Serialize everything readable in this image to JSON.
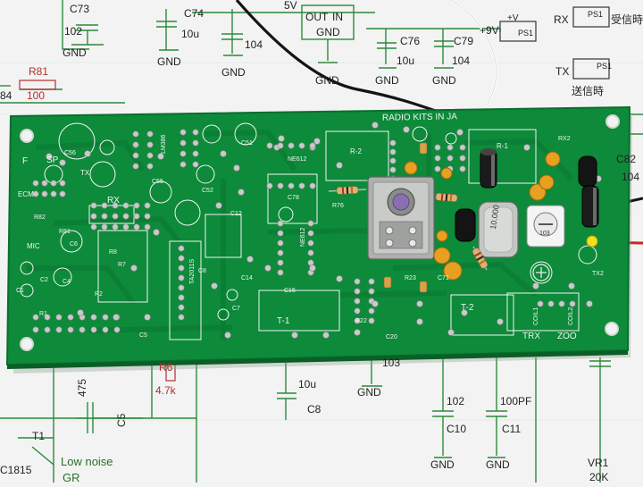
{
  "photo": {
    "schematic_labels": {
      "c73": "C73",
      "c73_val": "102",
      "gnd_tl": "GND",
      "c74": "C74",
      "c74_val": "10u",
      "gnd_c74": "GND",
      "v5": "5V",
      "out": "OUT",
      "in": "IN",
      "gnd_reg": "GND",
      "c_104_left": "104",
      "gnd_reg2": "GND",
      "c76": "C76",
      "c76_val": "10u",
      "c79": "C79",
      "c79_val": "104",
      "gnd_c76": "GND",
      "gnd_c79": "GND",
      "v9": "+9V",
      "ps1_a": "PS1",
      "plus_v": "+V",
      "ps1_b": "PS1",
      "rx": "RX",
      "ps1_rx": "PS1",
      "rx_jp": "受信時",
      "tx": "TX",
      "ps1_tx": "PS1",
      "tx_jp": "送信時",
      "r81": "R81",
      "r81_val": "100",
      "n84": "84",
      "c82": "C82",
      "c82_val": "104",
      "r6": "R6",
      "r6_val": "4.7k",
      "n475": "475",
      "c5": "C5",
      "c8_val": "10u",
      "c8": "C8",
      "n103": "103",
      "gnd_bottom1": "GND",
      "c10_val": "102",
      "c10": "C10",
      "gnd_c10": "GND",
      "c11_val": "100PF",
      "c11": "C11",
      "gnd_c11": "GND",
      "t1": "T1",
      "c1815": "C1815",
      "low_noise": "Low noise",
      "gr": "GR",
      "vr1": "VR1",
      "vr1_val": "20K"
    },
    "pcb_silkscreen": {
      "header": "RADIO KITS IN JA",
      "f": "F",
      "sp": "SP",
      "ecm": "ECM",
      "mic": "MIC",
      "rx": "RX",
      "tx": "TX",
      "c56": "C56",
      "c51": "C51",
      "c52": "C52",
      "c55": "C55",
      "lm386": "LM386",
      "ne612_top": "NE612",
      "ne612_mid": "NE612",
      "r2": "R-2",
      "r1": "R-1",
      "t1": "T-1",
      "t2": "T-2",
      "trx": "TRX",
      "zoo": "ZOO",
      "tx2": "TX2",
      "rx2": "RX2",
      "c78": "C78",
      "r76": "R76",
      "c12": "C12",
      "c14": "C14",
      "c15": "C15",
      "c20": "C20",
      "c71": "C71",
      "r22": "R22",
      "r23": "R23",
      "r81": "R81",
      "r82": "R82",
      "r8": "R8",
      "r7": "R7",
      "r1_res": "R1",
      "r2_res": "R2",
      "c1": "C1",
      "c2": "C2",
      "c4": "C4",
      "c5": "C5",
      "c6": "C6",
      "c7": "C7",
      "c8": "C8",
      "ta7642": "TA2011S",
      "coil1": "COIL1",
      "coil2": "COIL2"
    },
    "crystal_marking": "10.000",
    "trimmer_marking": "103"
  },
  "colors": {
    "pcb_green": "#0d8a3a",
    "pcb_edge": "#0a6e2e",
    "silkscreen": "#f4f4f4",
    "paper": "#f3f3f3",
    "schematic_green": "#2a8a3a",
    "schematic_red": "#b03030",
    "solder": "#c9c9c9",
    "electrolytic": "#1b1b1b",
    "ceramic_cap": "#e8a020",
    "resistor_body": "#d9b27a",
    "can_metal": "#b8b8b8",
    "coil_core": "#8a6fb0"
  }
}
